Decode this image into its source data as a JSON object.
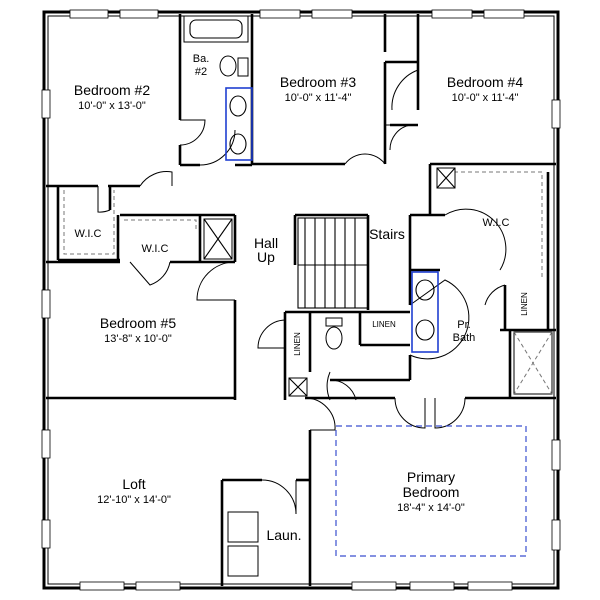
{
  "plan": {
    "rooms": {
      "bedroom2": {
        "name": "Bedroom #2",
        "dims": "10'-0\" x 13'-0\""
      },
      "bath2": {
        "name_line1": "Ba.",
        "name_line2": "#2"
      },
      "bedroom3": {
        "name": "Bedroom #3",
        "dims": "10'-0\" x 11'-4\""
      },
      "bedroom4": {
        "name": "Bedroom #4",
        "dims": "10'-0\" x 11'-4\""
      },
      "wic_left": {
        "name": "W.I.C"
      },
      "wic_center": {
        "name": "W.I.C"
      },
      "wic_right": {
        "name": "W.I.C"
      },
      "hall": {
        "name_line1": "Hall",
        "name_line2": "Up"
      },
      "stairs": {
        "name": "Stairs"
      },
      "bedroom5": {
        "name": "Bedroom #5",
        "dims": "13'-8\" x 10'-0\""
      },
      "linen_vertical": {
        "name": "LINEN"
      },
      "linen_center": {
        "name": "LINEN"
      },
      "linen_right": {
        "name": "LINEN"
      },
      "primary_bath": {
        "name_line1": "Pr.",
        "name_line2": "Bath"
      },
      "loft": {
        "name": "Loft",
        "dims": "12'-10\" x 14'-0\""
      },
      "laundry": {
        "name": "Laun."
      },
      "primary_bedroom": {
        "name_line1": "Primary",
        "name_line2": "Bedroom",
        "dims": "18'-4\" x 14'-0\""
      }
    },
    "colors": {
      "fixture_outline": "#1f3fd1",
      "tray_ceiling": "#3a4fcf",
      "walls": "#000000"
    }
  }
}
